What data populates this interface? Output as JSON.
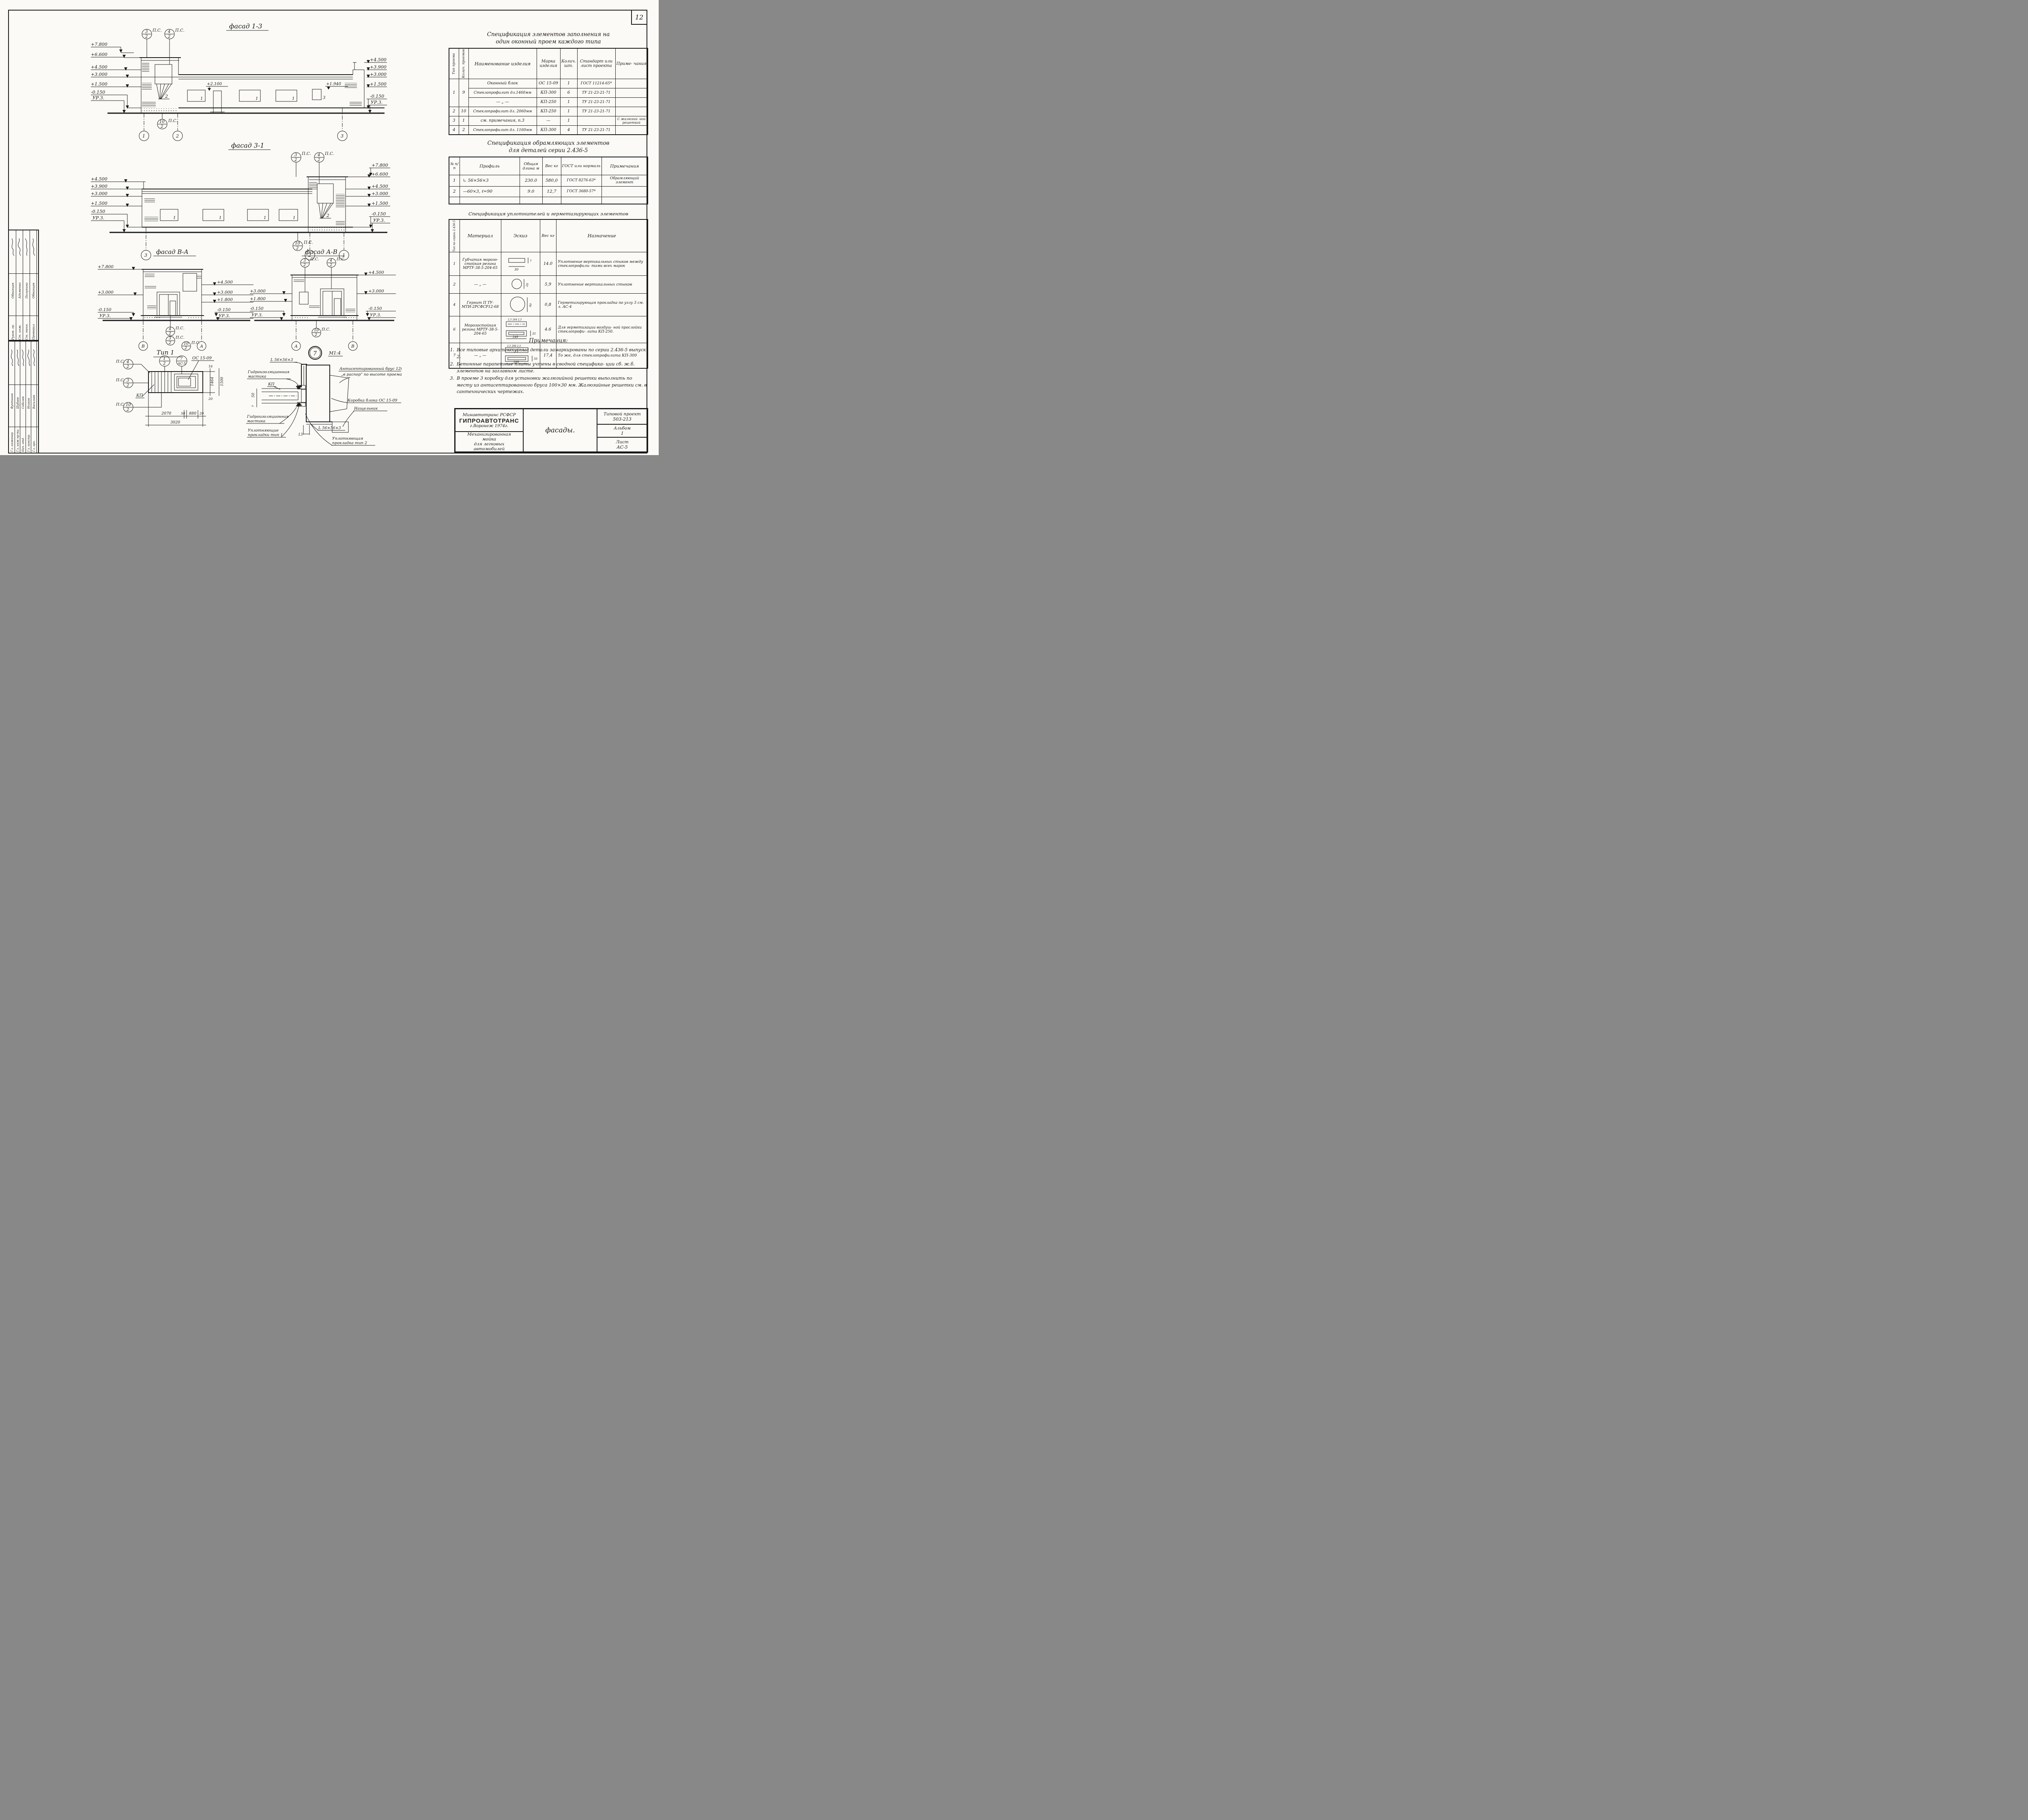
{
  "page": {
    "sheet_number": "12"
  },
  "stamp": {
    "upper_rows": [
      {
        "role": "Руков. гр.",
        "name": "Обвинцев"
      },
      {
        "role": "Ст. инж.",
        "name": "Адаменко"
      },
      {
        "role": "Ст. техн.",
        "name": "Полунина"
      },
      {
        "role": "Проверил",
        "name": "Обвинцев"
      }
    ],
    "lower_rows": [
      {
        "role": "Гл. инженер",
        "name": "Фунтиков"
      },
      {
        "role": "Гл. инж пр-та",
        "name": "Шубаев"
      },
      {
        "role": "Нач. отд",
        "name": "Соболев"
      },
      {
        "role": "Гл. констр.",
        "name": "Исаков"
      },
      {
        "role": "Гл. арх.",
        "name": "Васильев"
      }
    ]
  },
  "facades": {
    "ps_label": "П.С.",
    "f13": {
      "title": "фасад 1-3",
      "left_marks": [
        "+7.800",
        "+6.600",
        "+4.500",
        "+3.000",
        "+1.500",
        "-0.150",
        "УР.З."
      ],
      "right_marks": [
        "+4.500",
        "+3.900",
        "+3.000",
        "+1.500",
        "-0.150",
        "УР.З."
      ],
      "ps_top": [
        {
          "num": "3",
          "den": "2"
        },
        {
          "num": "4",
          "den": "2"
        }
      ],
      "ps_bottom": {
        "num": "10",
        "den": "2"
      },
      "dim_door": "+2.100",
      "dim_grille": "+1.940",
      "win1": "1",
      "win2": "2",
      "win3": "3",
      "axes": [
        "1",
        "2",
        "3"
      ]
    },
    "f31": {
      "title": "фасад 3-1",
      "left_marks": [
        "+4.500",
        "+3.900",
        "+3.000",
        "+1.500",
        "-0.150",
        "УР.З."
      ],
      "right_marks": [
        "+7.800",
        "+6.600",
        "+4.500",
        "+3.000",
        "+1.500",
        "-0.150",
        "УР.З."
      ],
      "ps_top": [
        {
          "num": "3",
          "den": "2"
        },
        {
          "num": "4",
          "den": "2"
        }
      ],
      "ps_bottom": {
        "num": "10",
        "den": "2"
      },
      "win1": "1",
      "win2": "2",
      "axes": [
        "3",
        "2",
        "1"
      ]
    },
    "fba": {
      "title": "фасад В-А",
      "left_marks": [
        "+7.800",
        "+3.000",
        "-0.150",
        "УР.З."
      ],
      "right_marks": [
        "+4.500",
        "+3.000",
        "+1.800",
        "-0.150",
        "УР.З."
      ],
      "ps_mid": [
        {
          "num": "4",
          "den": "2"
        },
        {
          "num": "3",
          "den": "2"
        }
      ],
      "ps_bottom": {
        "num": "10",
        "den": "2"
      },
      "axes": [
        "В",
        "А"
      ]
    },
    "fab": {
      "title": "фасад А-В",
      "left_marks": [
        "+3.000",
        "+1.800",
        "-0.150",
        "УР.З."
      ],
      "right_marks": [
        "+4.500",
        "+3.000",
        "-0.150",
        "УР.З."
      ],
      "ps_top": [
        {
          "num": "3",
          "den": "2"
        },
        {
          "num": "4",
          "den": "2"
        }
      ],
      "ps_bottom": {
        "num": "10",
        "den": "2"
      },
      "axes": [
        "А",
        "В"
      ]
    }
  },
  "details": {
    "tip1": {
      "title": "Тип 1",
      "ps": [
        {
          "num": "4",
          "den": "2"
        },
        {
          "num": "3",
          "den": "2"
        },
        {
          "num": "10",
          "den": "2"
        }
      ],
      "circle_a": {
        "num": "1",
        "den": "2"
      },
      "circle_b": {
        "num": "7",
        "den": "АС-5"
      },
      "block_label": "ОС 15-09",
      "kp_label": "КП",
      "dims_bottom": [
        "2070",
        "50",
        "880",
        "20"
      ],
      "dim_total": "3020",
      "dims_right": [
        "16",
        "1464",
        "20"
      ],
      "dim_right_total": "1500"
    },
    "d7": {
      "number": "7",
      "scale": "М1:4",
      "angle_top": "L 56×56×3",
      "mastic_top1": "Гидроизоляционная",
      "mastic_top2": "мастика",
      "kp": "КП",
      "brus1": "Антисептированный брус 120×50",
      "brus2": "„в распор\" по высоте проема",
      "korobka": "Коробка блока ОС 15-09",
      "nashchelnik": "Нащельник",
      "angle_bottom": "L 56×56×3",
      "mastic_bot1": "Гидроизоляционная",
      "mastic_bot2": "мастика",
      "gasket1a": "Уплотняющие",
      "gasket1b": "прокладки тип 1",
      "gasket2a": "Уплотняющая",
      "gasket2b": "прокладка тип 2",
      "dim_50": "50",
      "dim_7": "7",
      "dim_13": "13"
    }
  },
  "spec1": {
    "title1": "Спецификация элементов заполнения на",
    "title2": "один  оконный  проем  каждого  типа",
    "headers": {
      "type": "Тип проема",
      "qty": "Колич. проемов",
      "name": "Наименование изделия",
      "mark": "Марка изделия",
      "count": "Колич. шт.",
      "std": "Стандарт или лист проекта",
      "note": "Приме- чания"
    },
    "rows": [
      {
        "type": "1",
        "qty": "9",
        "name": "Оконный блок",
        "mark": "ОС 15-09",
        "count": "1",
        "std": "ГОСТ 11214-65*",
        "note": ""
      },
      {
        "name": "Стеклопрофилит дл.1460мм",
        "mark": "КП-300",
        "count": "6",
        "std": "ТУ 21-23-21-71",
        "note": ""
      },
      {
        "name": "—  „  —",
        "mark": "КП-250",
        "count": "1",
        "std": "ТУ 21-23-21-71",
        "note": ""
      },
      {
        "type": "2",
        "qty": "10",
        "name": "Стеклопрофилит дл. 2060мм",
        "mark": "КП-250",
        "count": "1",
        "std": "ТУ 21-23-21-71",
        "note": ""
      },
      {
        "type": "3",
        "qty": "1",
        "name": "см. примечания, п.3",
        "mark": "—",
        "count": "1",
        "std": "",
        "note": "С жалюзий- ной решеткой"
      },
      {
        "type": "4",
        "qty": "2",
        "name": "Стеклопрофилит дл. 1160мм",
        "mark": "КП-300",
        "count": "4",
        "std": "ТУ 21-23-21-71",
        "note": ""
      }
    ]
  },
  "spec2": {
    "title1": "Спецификация обрамляющих элементов",
    "title2": "для  деталей  серии  2.436-5",
    "headers": {
      "num": "№ п/п",
      "profile": "Профиль",
      "len": "Общая длина м",
      "weight": "Вес кг",
      "gost": "ГОСТ или нормаль",
      "note": "Примечания"
    },
    "rows": [
      {
        "num": "1",
        "profile": "∟ 56×56×3",
        "len": "230.0",
        "weight": "580,0",
        "gost": "ГОСТ 8276-63*",
        "note": "Обрамляющий элемент"
      },
      {
        "num": "2",
        "profile": "—60×3, ℓ=90",
        "len": "9.0",
        "weight": "12,7",
        "gost": "ГОСТ 3680-57*",
        "note": ""
      }
    ]
  },
  "spec3": {
    "title": "Спецификация уплотнителей и герметизирующих элементов",
    "headers": {
      "type": "Тип по серии 2.436-5",
      "material": "Материал",
      "sketch": "Эскиз",
      "weight": "Вес кг",
      "purpose": "Назначение"
    },
    "rows": [
      {
        "type": "1",
        "material": "Губчатая морозо- стойкая резина МРТУ-38-5-204-65",
        "weight": "14.0",
        "purpose": "Уплотнение вертикальных стыков между стеклопрофили- тами всех марок",
        "d1": "30",
        "d2": "7"
      },
      {
        "type": "2",
        "material": "—  „  —",
        "weight": "5,9",
        "purpose": "Уплотнение вертикальных стыков",
        "d1": "20"
      },
      {
        "type": "4",
        "material": "Гернит П ТУ-МТИ-2РСФСР12-68",
        "weight": "0,8",
        "purpose": "Герметизирующая прокладка по узлу 3  см. л. АС-4",
        "d1": "40"
      },
      {
        "type": "6",
        "material": "Морозостойкая резина МРТУ-38-5-204-65",
        "weight": "4.6",
        "purpose": "Для герметизации воздуш- ной прослойки стеклопрофи- лита КП-250.",
        "d1": "2,5  244  2,5",
        "d2": "249",
        "d3": "35"
      },
      {
        "type": "7",
        "material": "—  „  —",
        "weight": "17,4",
        "purpose": "То же, для стеклопрофилита КП-300",
        "d1": "2,5  294  2,5",
        "d2": "299",
        "d3": "50"
      }
    ]
  },
  "notes": {
    "heading": "Примечания:",
    "items": [
      "Все типовые архитектурные детали замаркированы по серии 2.436-5 выпуск 2.",
      "Бетонные парапетные плиты учтены в сводной специфика- ции сб. ж.б. элементов на заглавном листе.",
      "В проеме 3 коробку для установки жалюзийной решетки выполнить по месту из антисептированного бруса 100×30 мм. Жалюзийные решетки см. в сантехнических чертежах."
    ]
  },
  "titleblock": {
    "org1": "Минавтотранс  РСФСР",
    "org2": "ГИПРОАВТОТРАНС",
    "org3": "г.Воронеж        1974г.",
    "obj1": "Механизированная",
    "obj2": "мойка",
    "obj3": "для  легковых",
    "obj4": "автомобилей",
    "sheet_title": "фасады.",
    "project_label": "Типовой проект",
    "project_num": "503-213",
    "album_label": "Альбом",
    "album_num": "I",
    "list_label": "Лист",
    "list_num": "АС-5"
  }
}
